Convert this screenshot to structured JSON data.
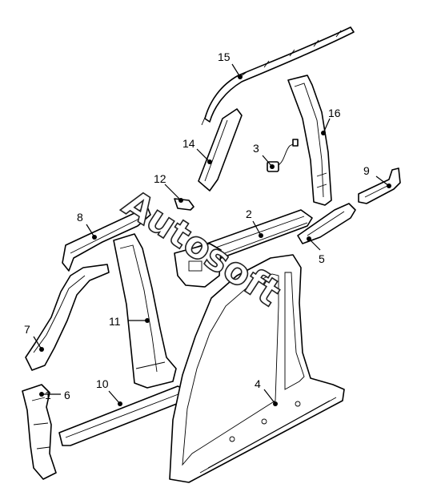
{
  "watermark": {
    "text": "Autosoft"
  },
  "callouts": [
    {
      "id": "callout-1",
      "label": "1"
    },
    {
      "id": "callout-2",
      "label": "2"
    },
    {
      "id": "callout-3",
      "label": "3"
    },
    {
      "id": "callout-4",
      "label": "4"
    },
    {
      "id": "callout-5",
      "label": "5"
    },
    {
      "id": "callout-6",
      "label": "6"
    },
    {
      "id": "callout-7",
      "label": "7"
    },
    {
      "id": "callout-8",
      "label": "8"
    },
    {
      "id": "callout-9",
      "label": "9"
    },
    {
      "id": "callout-10",
      "label": "10"
    },
    {
      "id": "callout-11",
      "label": "11"
    },
    {
      "id": "callout-12",
      "label": "12"
    },
    {
      "id": "callout-14",
      "label": "14"
    },
    {
      "id": "callout-15",
      "label": "15"
    },
    {
      "id": "callout-16",
      "label": "16"
    }
  ]
}
